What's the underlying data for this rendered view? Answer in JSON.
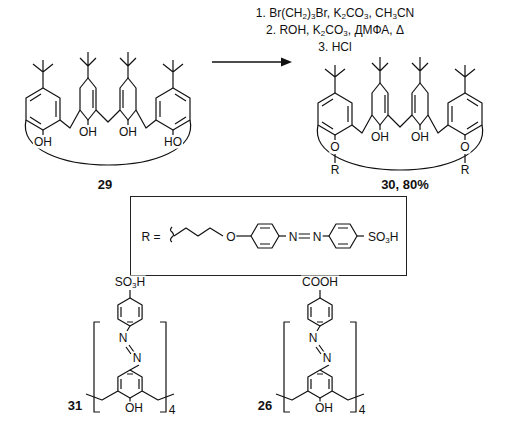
{
  "diagram": {
    "nodes": [
      {
        "text": [
          "R =",
          "O",
          "N",
          "N",
          "SO3H"
        ]
      }
    ],
    "labels": [
      "1. Br(CH2)3Br, K2CO3, CH3CN",
      "2. ROH, K2CO3, ДМФА, Δ",
      "3. HCl",
      "OH",
      "OH",
      "OH",
      "HO",
      "29",
      "O",
      "OH",
      "OH",
      "O",
      "R",
      "R",
      "30, 80%",
      "SO3H",
      "N",
      "N",
      "OH",
      "4",
      "31",
      "COOH",
      "N",
      "N",
      "OH",
      "4",
      "26"
    ]
  }
}
